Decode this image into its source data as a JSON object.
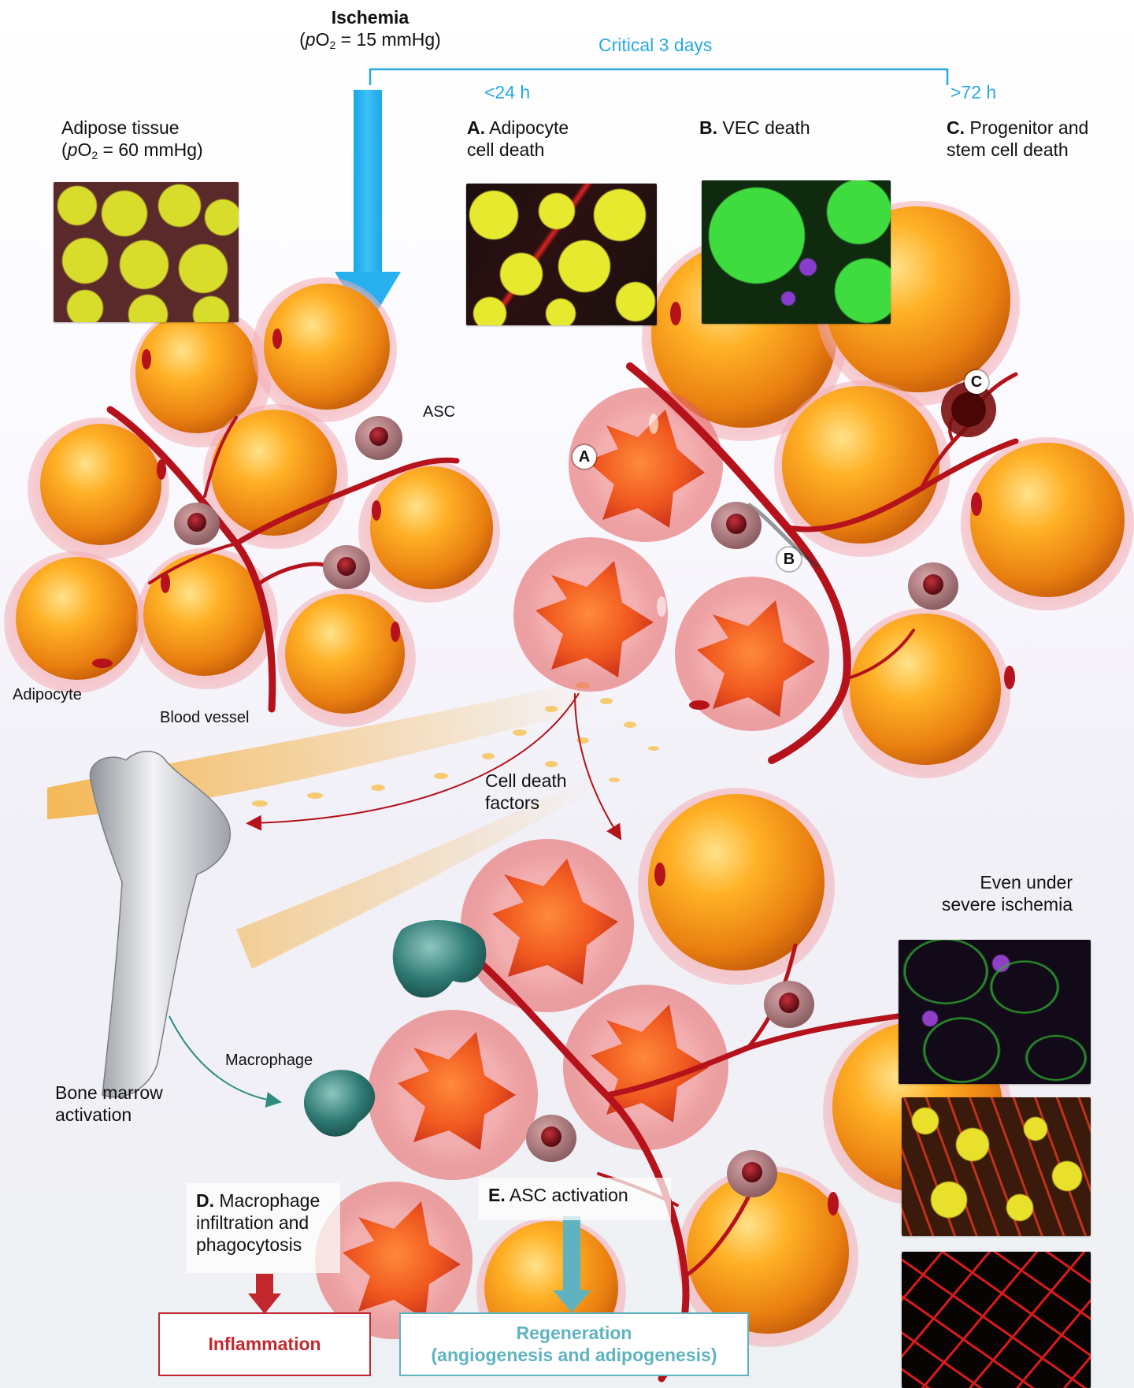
{
  "ischemia": {
    "title": "Ischemia",
    "po2_prefix": "(",
    "po2_italic": "p",
    "po2_o": "O",
    "po2_sub": "2",
    "po2_value": " = 15 mmHg)"
  },
  "timeline": {
    "label": "Critical 3 days",
    "start": "<24 h",
    "end": ">72 h"
  },
  "adipose": {
    "title": "Adipose tissue",
    "po2_prefix": "(",
    "po2_italic": "p",
    "po2_o": "O",
    "po2_sub": "2",
    "po2_value": " = 60 mmHg)"
  },
  "stages": {
    "a": {
      "letter": "A.",
      "text_line1": " Adipocyte",
      "text_line2": "cell death"
    },
    "b": {
      "letter": "B.",
      "text": " VEC death"
    },
    "c": {
      "letter": "C.",
      "text_line1": " Progenitor and",
      "text_line2": "stem cell death"
    }
  },
  "markers": {
    "a": "A",
    "b": "B",
    "c": "C"
  },
  "labels": {
    "asc": "ASC",
    "adipocyte": "Adipocyte",
    "blood_vessel": "Blood vessel",
    "cell_death_1": "Cell death",
    "cell_death_2": "factors",
    "even_1": "Even under",
    "even_2": "severe ischemia",
    "macrophage": "Macrophage",
    "bone_1": "Bone marrow",
    "bone_2": "activation"
  },
  "outcomes": {
    "d": {
      "letter": "D.",
      "line1": " Macrophage",
      "line2": "infiltration and",
      "line3": "phagocytosis"
    },
    "e": {
      "letter": "E.",
      "text": " ASC activation"
    },
    "inflammation": "Inflammation",
    "regeneration_1": "Regeneration",
    "regeneration_2": "(angiogenesis and adipogenesis)"
  },
  "colors": {
    "cyan": "#27a9e1",
    "inflammation": "#c1272d",
    "regeneration": "#5fb3c1",
    "vessel": "#b5121b",
    "adipocyte": "#f5a020"
  }
}
